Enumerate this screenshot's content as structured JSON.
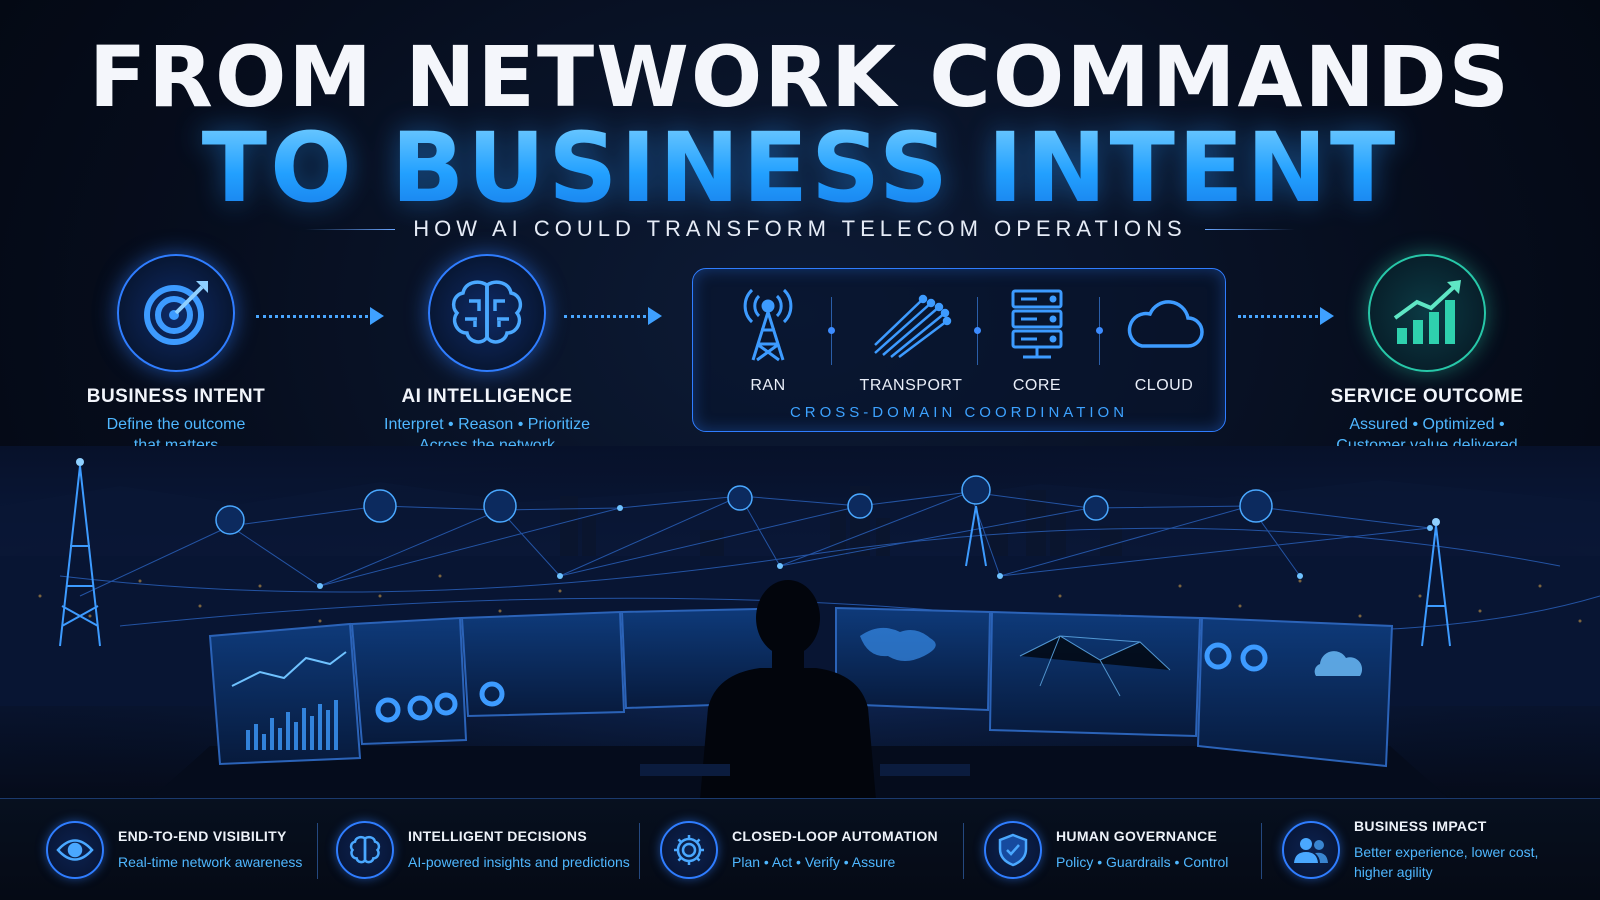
{
  "header": {
    "title_line1": "FROM NETWORK COMMANDS",
    "title_line2": "TO BUSINESS INTENT",
    "subtitle": "HOW AI COULD TRANSFORM TELECOM OPERATIONS"
  },
  "flow": {
    "business_intent": {
      "title": "BUSINESS INTENT",
      "desc_line1": "Define the outcome",
      "desc_line2": "that matters",
      "icon": "target-icon"
    },
    "ai_intelligence": {
      "title": "AI INTELLIGENCE",
      "desc_line1": "Interpret • Reason • Prioritize",
      "desc_line2": "Across the network",
      "icon": "brain-icon"
    },
    "domains": {
      "items": [
        {
          "label": "RAN",
          "icon": "cell-tower-icon"
        },
        {
          "label": "TRANSPORT",
          "icon": "fiber-lines-icon"
        },
        {
          "label": "CORE",
          "icon": "server-icon"
        },
        {
          "label": "CLOUD",
          "icon": "cloud-icon"
        }
      ],
      "caption": "CROSS-DOMAIN COORDINATION"
    },
    "service_outcome": {
      "title": "SERVICE OUTCOME",
      "desc_line1": "Assured • Optimized •",
      "desc_line2": "Customer value delivered",
      "icon": "growth-chart-icon"
    }
  },
  "features": [
    {
      "title": "END-TO-END VISIBILITY",
      "desc": "Real-time network awareness",
      "icon": "eye-icon"
    },
    {
      "title": "INTELLIGENT DECISIONS",
      "desc": "AI-powered insights and predictions",
      "icon": "brain-icon"
    },
    {
      "title": "CLOSED-LOOP AUTOMATION",
      "desc": "Plan • Act • Verify • Assure",
      "icon": "gear-icon"
    },
    {
      "title": "HUMAN GOVERNANCE",
      "desc": "Policy • Guardrails • Control",
      "icon": "shield-icon"
    },
    {
      "title": "BUSINESS IMPACT",
      "desc": "Better experience, lower cost, higher agility",
      "icon": "users-icon"
    }
  ],
  "colors": {
    "accent": "#2f7dff",
    "accent_light": "#4fb7ff",
    "green": "#27c7a8",
    "background": "#040914"
  }
}
